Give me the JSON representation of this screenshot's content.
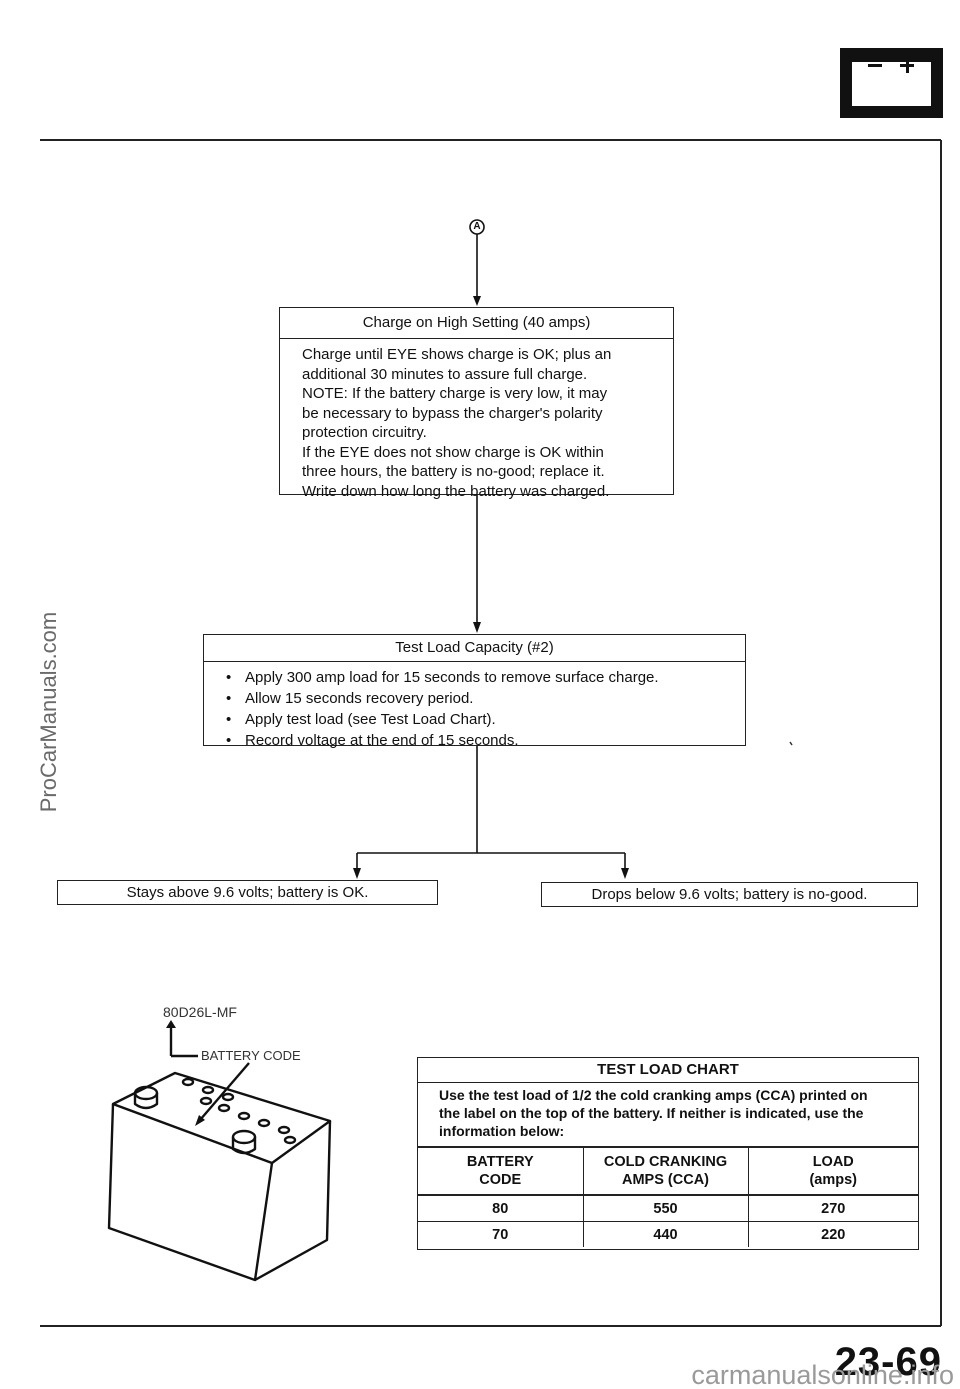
{
  "watermark": "ProCarManuals.com",
  "marker": "A",
  "charge_box": {
    "title": "Charge on High Setting (40 amps)",
    "lines": [
      "Charge until EYE shows charge is OK; plus an",
      "additional  30  minutes  to  assure  full  charge.",
      "NOTE:  If the battery charge is very low, it may",
      "be necessary to bypass the charger's polarity",
      "protection   circuitry.",
      "If the EYE does not show charge is OK within",
      "three  hours,  the battery is no-good; replace it.",
      "Write  down  how  long  the  battery  was  charged."
    ]
  },
  "test_box": {
    "title": "Test Load Capacity (#2)",
    "bullets": [
      "Apply  300  amp  load  for  15  seconds  to  remove  surface  charge.",
      "Allow  15  seconds  recovery  period.",
      "Apply  test  load  (see  Test  Load  Chart).",
      "Record  voltage  at  the  end  of  15  seconds."
    ]
  },
  "results": {
    "ok": "Stays above 9.6 volts; battery is OK.",
    "nogood": "Drops below 9.6 volts; battery is no-good."
  },
  "battery_illustration": {
    "model_label": "80D26L-MF",
    "code_label": "BATTERY CODE"
  },
  "test_load_chart": {
    "title": "TEST LOAD CHART",
    "intro_lines": [
      "Use the test load of 1/2 the cold cranking amps (CCA) printed on",
      "the label on the top of the battery. If neither is indicated, use the",
      "information below:"
    ],
    "headers": [
      [
        "BATTERY",
        "CODE"
      ],
      [
        "COLD CRANKING",
        "AMPS (CCA)"
      ],
      [
        "LOAD",
        "(amps)"
      ]
    ],
    "rows": [
      [
        "80",
        "550",
        "270"
      ],
      [
        "70",
        "440",
        "220"
      ]
    ]
  },
  "page_number": "23-69",
  "footer_site": "carmanualsonline.info"
}
